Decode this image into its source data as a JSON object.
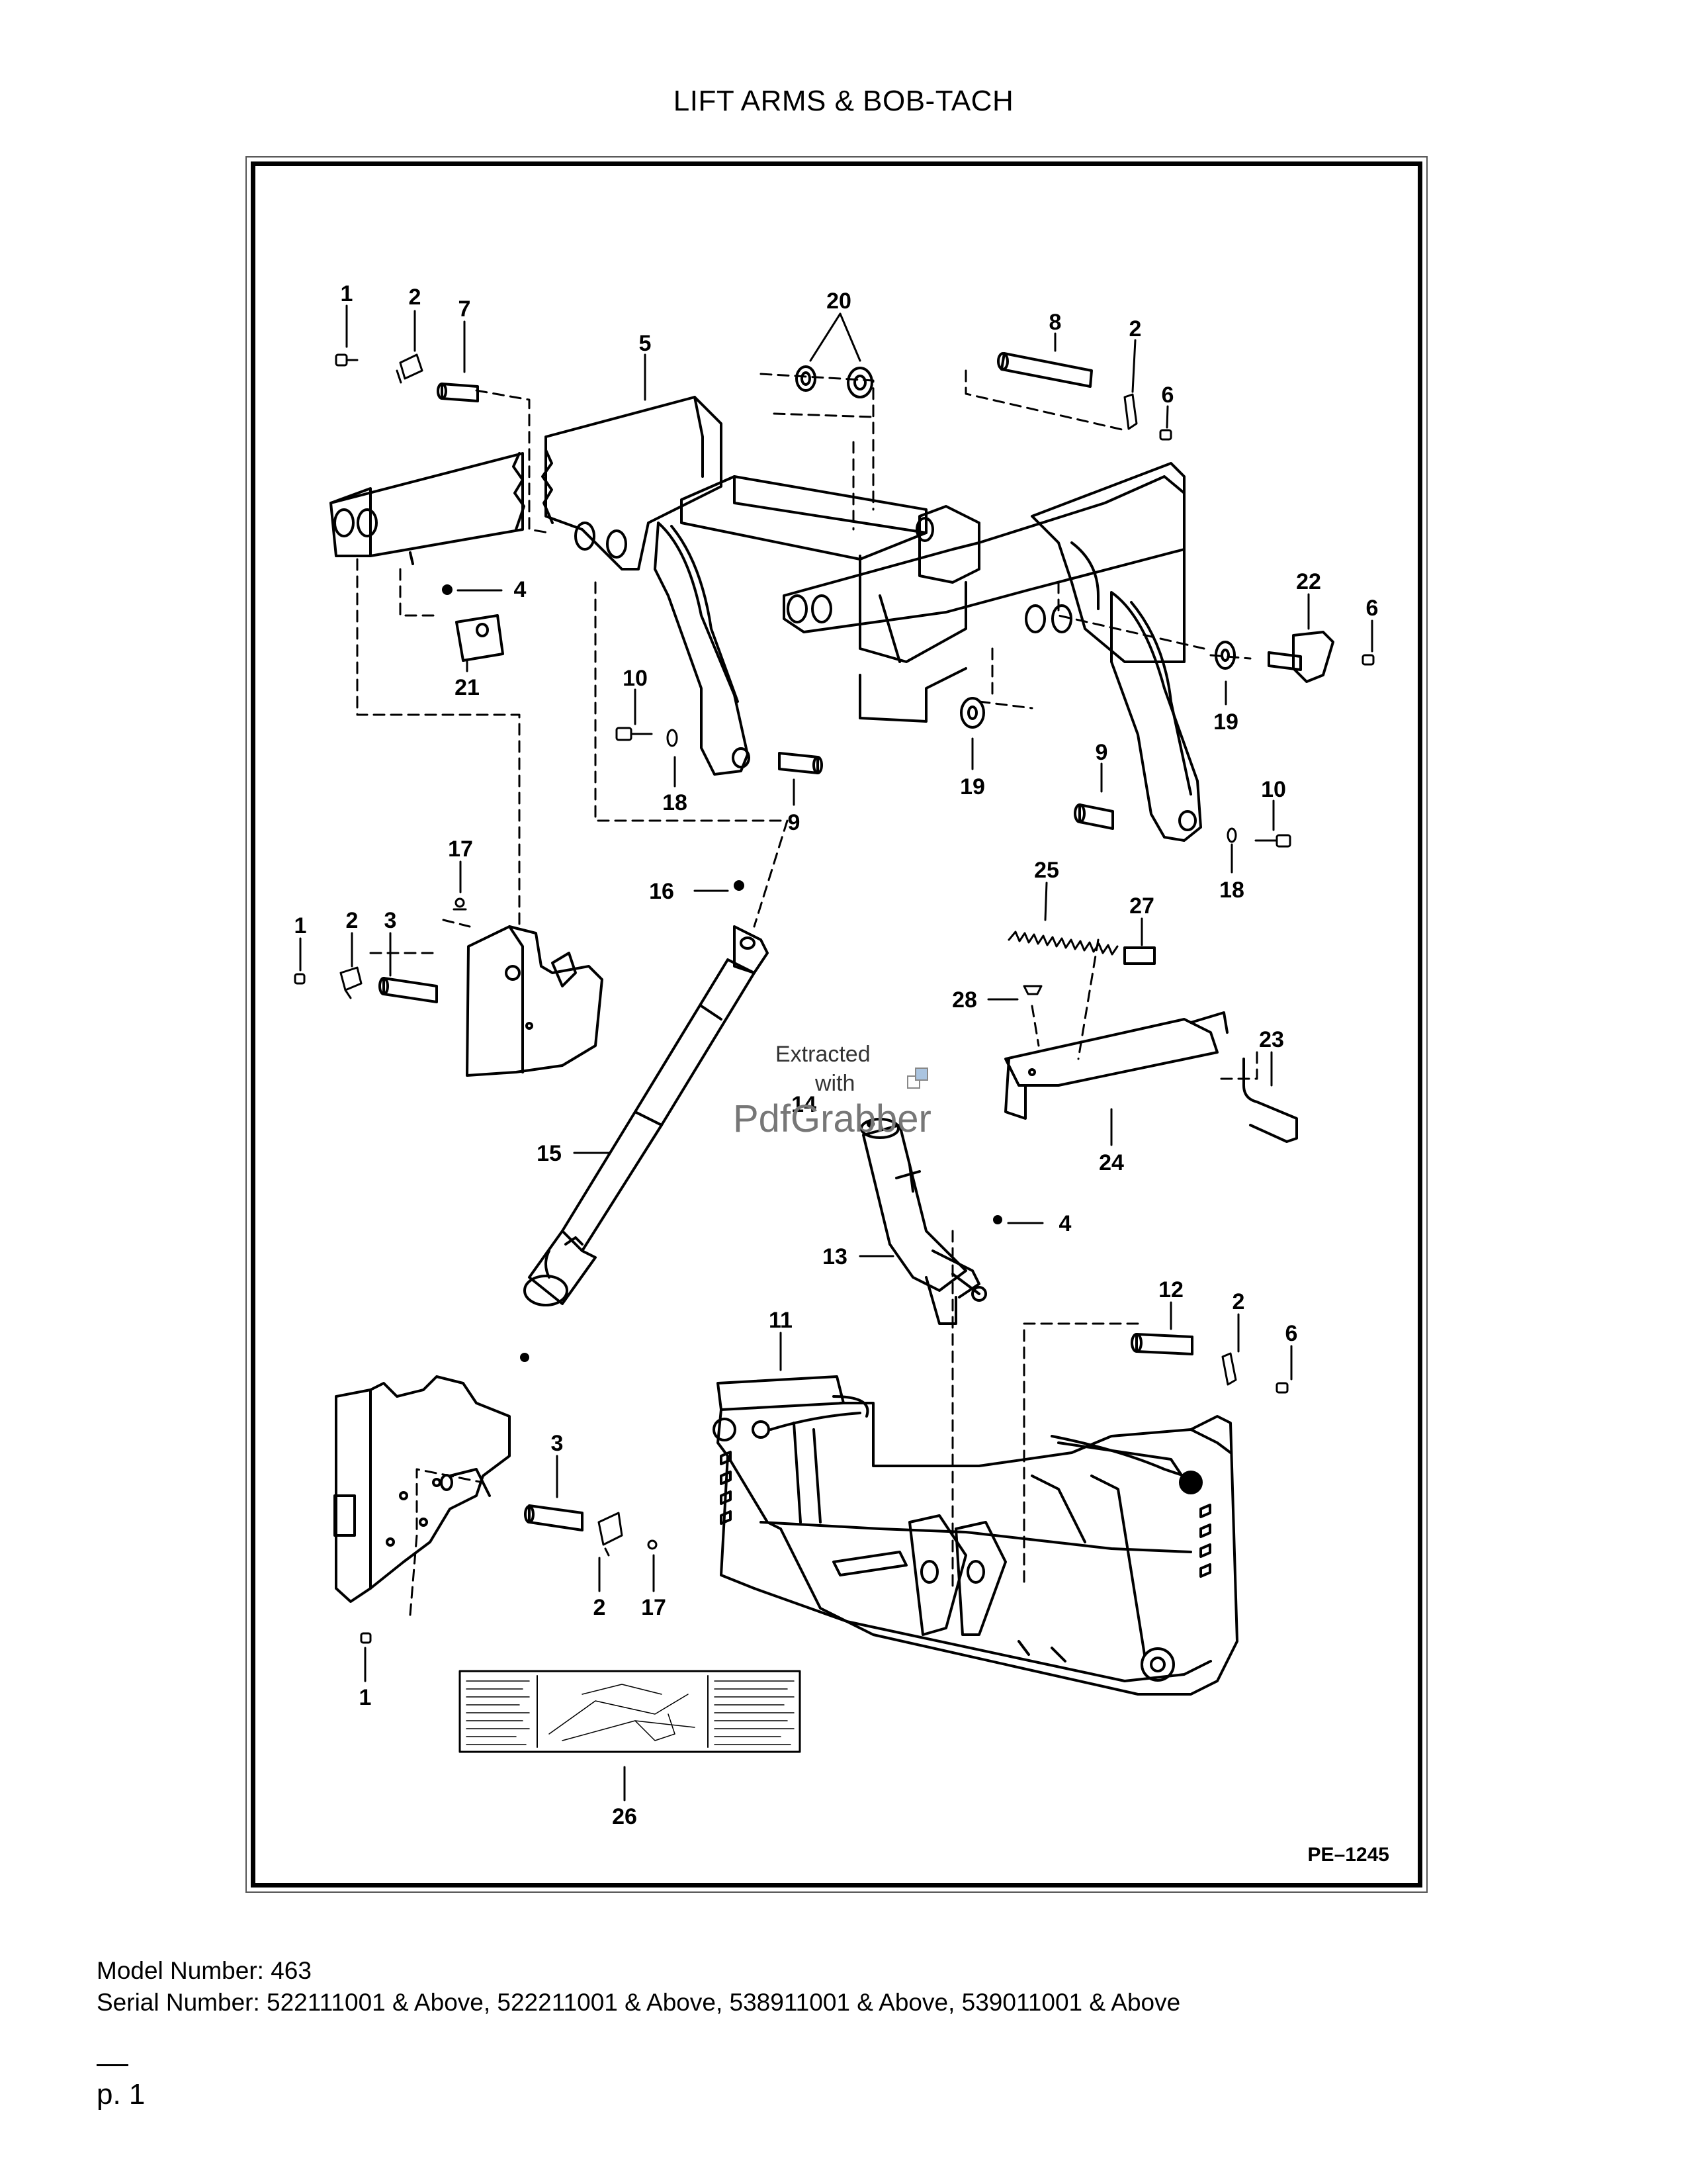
{
  "page_title": "LIFT ARMS & BOB-TACH",
  "diagram": {
    "drawing_id": "PE–1245",
    "watermark": {
      "line1": "Extracted",
      "line2": "with",
      "brand": "PdfGrabber"
    },
    "callouts": {
      "c1a": "1",
      "c2a": "2",
      "c7": "7",
      "c20": "20",
      "c5": "5",
      "c8": "8",
      "c2b": "2",
      "c6a": "6",
      "c4a": "4",
      "c21": "21",
      "c22": "22",
      "c6b": "6",
      "c10a": "10",
      "c18a": "18",
      "c9a": "9",
      "c19a": "19",
      "c19b": "19",
      "c9b": "9",
      "c10b": "10",
      "c18b": "18",
      "c17a": "17",
      "c16": "16",
      "c1b": "1",
      "c2c": "2",
      "c3a": "3",
      "c25": "25",
      "c27": "27",
      "c28": "28",
      "c23": "23",
      "c14": "14",
      "c24": "24",
      "c15": "15",
      "c4b": "4",
      "c13": "13",
      "c11": "11",
      "c12": "12",
      "c2d": "2",
      "c6c": "6",
      "c3b": "3",
      "c2e": "2",
      "c17b": "17",
      "c1c": "1",
      "c26": "26"
    }
  },
  "footer": {
    "model": "Model Number: 463",
    "serial": "Serial Number: 522111001 & Above, 522211001 & Above, 538911001 & Above, 539011001 & Above",
    "page": "p. 1"
  }
}
